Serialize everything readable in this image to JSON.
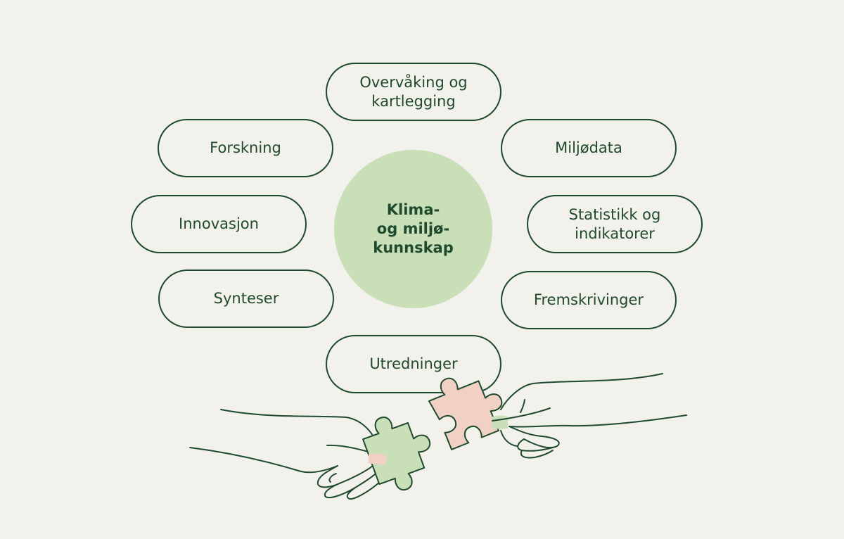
{
  "center": {
    "label": "Klima-\nog miljø-\nkunnskap"
  },
  "nodes": {
    "overvaking": "Overvåking og\nkartlegging",
    "forskning": "Forskning",
    "miljodata": "Miljødata",
    "innovasjon": "Innovasjon",
    "statistikk": "Statistikk og\nindikatorer",
    "synteser": "Synteser",
    "fremskrivinger": "Fremskrivinger",
    "utredninger": "Utredninger"
  },
  "colors": {
    "background": "#f3f1eb",
    "outline": "#1f4a2e",
    "center_fill": "#c8dfb8",
    "puzzle_green": "#c8dfb8",
    "puzzle_pink": "#f0d1c4"
  },
  "illustration": {
    "description_icon": "hands-joining-puzzle-pieces-icon"
  }
}
